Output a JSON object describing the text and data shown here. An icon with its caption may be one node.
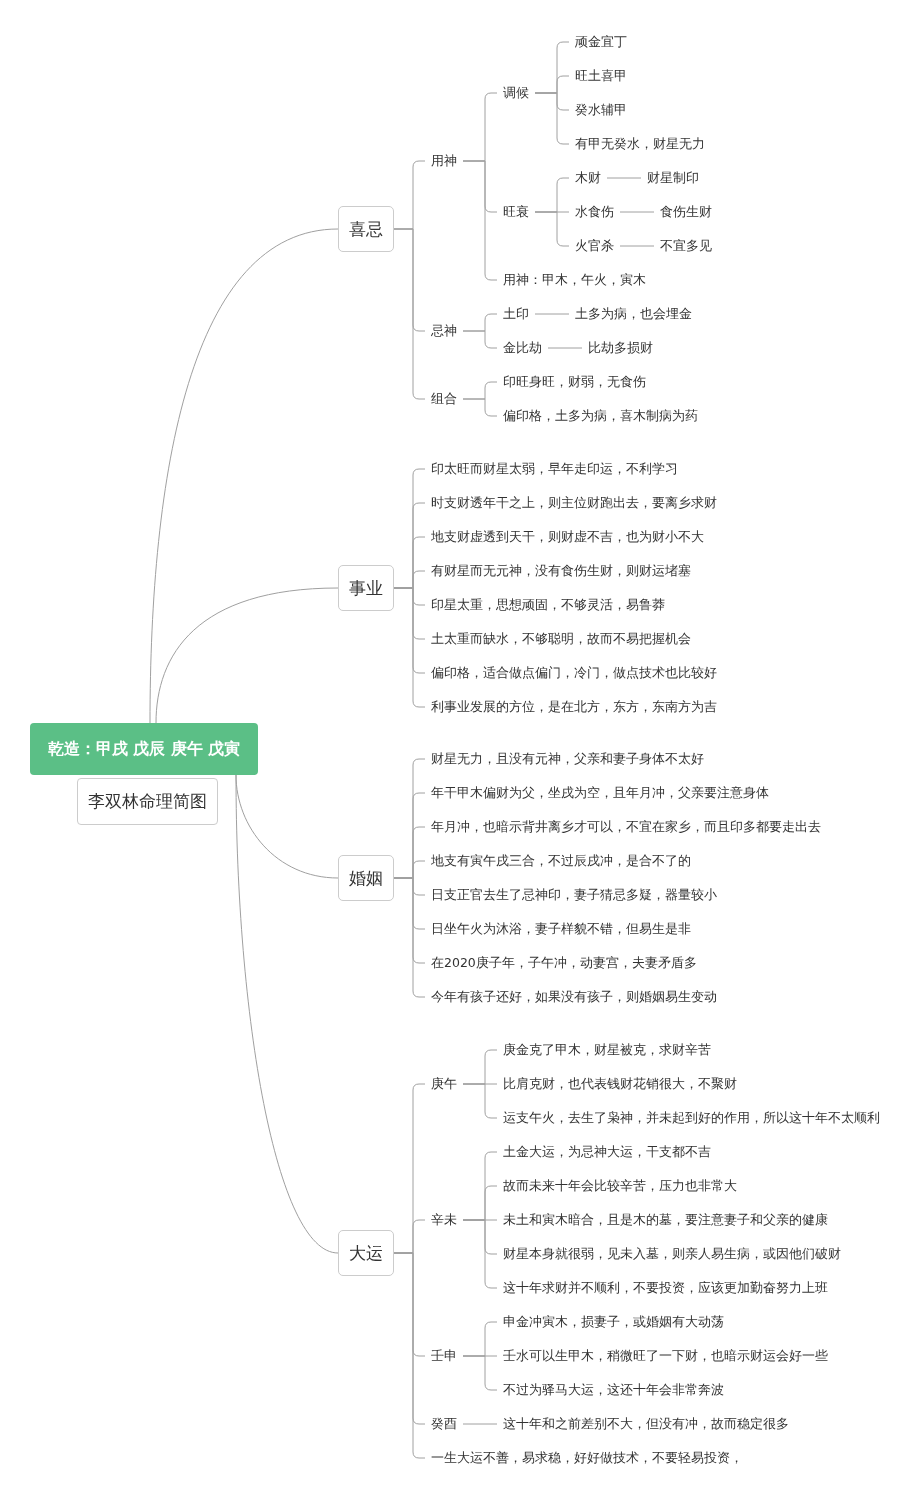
{
  "diagram": {
    "nodes": [
      {
        "text": [
          "乾造：甲戌 戊辰 庚午 戊寅"
        ]
      },
      {
        "text": [
          "李双林命理简图"
        ]
      },
      {
        "text": [
          "喜忌"
        ]
      },
      {
        "text": [
          "用神"
        ]
      },
      {
        "text": [
          "调候"
        ]
      },
      {
        "text": [
          "顽金宜丁"
        ]
      },
      {
        "text": [
          "旺土喜甲"
        ]
      },
      {
        "text": [
          "癸水辅甲"
        ]
      },
      {
        "text": [
          "有甲无癸水，财星无力"
        ]
      },
      {
        "text": [
          "旺衰"
        ]
      },
      {
        "text": [
          "木财"
        ]
      },
      {
        "text": [
          "财星制印"
        ]
      },
      {
        "text": [
          "水食伤"
        ]
      },
      {
        "text": [
          "食伤生财"
        ]
      },
      {
        "text": [
          "火官杀"
        ]
      },
      {
        "text": [
          "不宜多见"
        ]
      },
      {
        "text": [
          "用神：甲木，午火，寅木"
        ]
      },
      {
        "text": [
          "忌神"
        ]
      },
      {
        "text": [
          "土印"
        ]
      },
      {
        "text": [
          "土多为病，也会埋金"
        ]
      },
      {
        "text": [
          "金比劫"
        ]
      },
      {
        "text": [
          "比劫多损财"
        ]
      },
      {
        "text": [
          "组合"
        ]
      },
      {
        "text": [
          "印旺身旺，财弱，无食伤"
        ]
      },
      {
        "text": [
          "偏印格，土多为病，喜木制病为药"
        ]
      },
      {
        "text": [
          "事业"
        ]
      },
      {
        "text": [
          "印太旺而财星太弱，早年走印运，不利学习"
        ]
      },
      {
        "text": [
          "时支财透年干之上，则主位财跑出去，要离乡求财"
        ]
      },
      {
        "text": [
          "地支财虚透到天干，则财虚不吉，也为财小不大"
        ]
      },
      {
        "text": [
          "有财星而无元神，没有食伤生财，则财运堵塞"
        ]
      },
      {
        "text": [
          "印星太重，思想顽固，不够灵活，易鲁莽"
        ]
      },
      {
        "text": [
          "土太重而缺水，不够聪明，故而不易把握机会"
        ]
      },
      {
        "text": [
          "偏印格，适合做点偏门，冷门，做点技术也比较好"
        ]
      },
      {
        "text": [
          "利事业发展的方位，是在北方，东方，东南方为吉"
        ]
      },
      {
        "text": [
          "婚姻"
        ]
      },
      {
        "text": [
          "财星无力，且没有元神，父亲和妻子身体不太好"
        ]
      },
      {
        "text": [
          "年干甲木偏财为父，坐戌为空，且年月冲，父亲要注意身体"
        ]
      },
      {
        "text": [
          "年月冲，也暗示背井离乡才可以，不宜在家乡，而且印多都要走出去"
        ]
      },
      {
        "text": [
          "地支有寅午戌三合，不过辰戌冲，是合不了的"
        ]
      },
      {
        "text": [
          "日支正官去生了忌神印，妻子猜忌多疑，器量较小"
        ]
      },
      {
        "text": [
          "日坐午火为沐浴，妻子样貌不错，但易生是非"
        ]
      },
      {
        "text": [
          "在2020庚子年，子午冲，动妻宫，夫妻矛盾多"
        ]
      },
      {
        "text": [
          "今年有孩子还好，如果没有孩子，则婚姻易生变动"
        ]
      },
      {
        "text": [
          "大运"
        ]
      },
      {
        "text": [
          "庚午"
        ]
      },
      {
        "text": [
          "庚金克了甲木，财星被克，求财辛苦"
        ]
      },
      {
        "text": [
          "比肩克财，也代表钱财花销很大，不聚财"
        ]
      },
      {
        "text": [
          "运支午火，去生了枭神，并未起到好的作用，所以这十年不太顺利"
        ]
      },
      {
        "text": [
          "辛未"
        ]
      },
      {
        "text": [
          "土金大运，为忌神大运，干支都不吉"
        ]
      },
      {
        "text": [
          "故而未来十年会比较辛苦，压力也非常大"
        ]
      },
      {
        "text": [
          "未土和寅木暗合，且是木的墓，要注意妻子和父亲的健康"
        ]
      },
      {
        "text": [
          "财星本身就很弱，见未入墓，则亲人易生病，或因他们破财"
        ]
      },
      {
        "text": [
          "这十年求财并不顺利，不要投资，应该更加勤奋努力上班"
        ]
      },
      {
        "text": [
          "壬申"
        ]
      },
      {
        "text": [
          "申金冲寅木，损妻子，或婚姻有大动荡"
        ]
      },
      {
        "text": [
          "壬水可以生甲木，稍微旺了一下财，也暗示财运会好一些"
        ]
      },
      {
        "text": [
          "不过为驿马大运，这还十年会非常奔波"
        ]
      },
      {
        "text": [
          "癸酉"
        ]
      },
      {
        "text": [
          "这十年和之前差别不大，但没有冲，故而稳定很多"
        ]
      },
      {
        "text": [
          "一生大运不善，易求稳，好好做技术，不要轻易投资，"
        ]
      }
    ],
    "edges": [
      {
        "from": 0,
        "to": 2,
        "arrow": "none"
      },
      {
        "from": 0,
        "to": 25,
        "arrow": "none"
      },
      {
        "from": 0,
        "to": 34,
        "arrow": "none"
      },
      {
        "from": 0,
        "to": 43,
        "arrow": "none"
      },
      {
        "from": 2,
        "to": 3,
        "arrow": "none"
      },
      {
        "from": 2,
        "to": 17,
        "arrow": "none"
      },
      {
        "from": 2,
        "to": 22,
        "arrow": "none"
      },
      {
        "from": 3,
        "to": 4,
        "arrow": "none"
      },
      {
        "from": 3,
        "to": 9,
        "arrow": "none"
      },
      {
        "from": 3,
        "to": 16,
        "arrow": "none"
      },
      {
        "from": 4,
        "to": 5,
        "arrow": "none"
      },
      {
        "from": 4,
        "to": 6,
        "arrow": "none"
      },
      {
        "from": 4,
        "to": 7,
        "arrow": "none"
      },
      {
        "from": 4,
        "to": 8,
        "arrow": "none"
      },
      {
        "from": 9,
        "to": 10,
        "arrow": "none"
      },
      {
        "from": 9,
        "to": 12,
        "arrow": "none"
      },
      {
        "from": 9,
        "to": 14,
        "arrow": "none"
      },
      {
        "from": 10,
        "to": 11,
        "arrow": "none"
      },
      {
        "from": 12,
        "to": 13,
        "arrow": "none"
      },
      {
        "from": 14,
        "to": 15,
        "arrow": "none"
      },
      {
        "from": 17,
        "to": 18,
        "arrow": "none"
      },
      {
        "from": 17,
        "to": 20,
        "arrow": "none"
      },
      {
        "from": 18,
        "to": 19,
        "arrow": "none"
      },
      {
        "from": 20,
        "to": 21,
        "arrow": "none"
      },
      {
        "from": 22,
        "to": 23,
        "arrow": "none"
      },
      {
        "from": 22,
        "to": 24,
        "arrow": "none"
      },
      {
        "from": 25,
        "to": 26,
        "arrow": "none"
      },
      {
        "from": 25,
        "to": 27,
        "arrow": "none"
      },
      {
        "from": 25,
        "to": 28,
        "arrow": "none"
      },
      {
        "from": 25,
        "to": 29,
        "arrow": "none"
      },
      {
        "from": 25,
        "to": 30,
        "arrow": "none"
      },
      {
        "from": 25,
        "to": 31,
        "arrow": "none"
      },
      {
        "from": 25,
        "to": 32,
        "arrow": "none"
      },
      {
        "from": 25,
        "to": 33,
        "arrow": "none"
      },
      {
        "from": 34,
        "to": 35,
        "arrow": "none"
      },
      {
        "from": 34,
        "to": 36,
        "arrow": "none"
      },
      {
        "from": 34,
        "to": 37,
        "arrow": "none"
      },
      {
        "from": 34,
        "to": 38,
        "arrow": "none"
      },
      {
        "from": 34,
        "to": 39,
        "arrow": "none"
      },
      {
        "from": 34,
        "to": 40,
        "arrow": "none"
      },
      {
        "from": 34,
        "to": 41,
        "arrow": "none"
      },
      {
        "from": 34,
        "to": 42,
        "arrow": "none"
      },
      {
        "from": 43,
        "to": 44,
        "arrow": "none"
      },
      {
        "from": 43,
        "to": 48,
        "arrow": "none"
      },
      {
        "from": 43,
        "to": 54,
        "arrow": "none"
      },
      {
        "from": 43,
        "to": 58,
        "arrow": "none"
      },
      {
        "from": 43,
        "to": 60,
        "arrow": "none"
      },
      {
        "from": 44,
        "to": 45,
        "arrow": "none"
      },
      {
        "from": 44,
        "to": 46,
        "arrow": "none"
      },
      {
        "from": 44,
        "to": 47,
        "arrow": "none"
      },
      {
        "from": 48,
        "to": 49,
        "arrow": "none"
      },
      {
        "from": 48,
        "to": 50,
        "arrow": "none"
      },
      {
        "from": 48,
        "to": 51,
        "arrow": "none"
      },
      {
        "from": 48,
        "to": 52,
        "arrow": "none"
      },
      {
        "from": 48,
        "to": 53,
        "arrow": "none"
      },
      {
        "from": 54,
        "to": 55,
        "arrow": "none"
      },
      {
        "from": 54,
        "to": 56,
        "arrow": "none"
      },
      {
        "from": 54,
        "to": 57,
        "arrow": "none"
      },
      {
        "from": 58,
        "to": 59,
        "arrow": "none"
      }
    ]
  }
}
